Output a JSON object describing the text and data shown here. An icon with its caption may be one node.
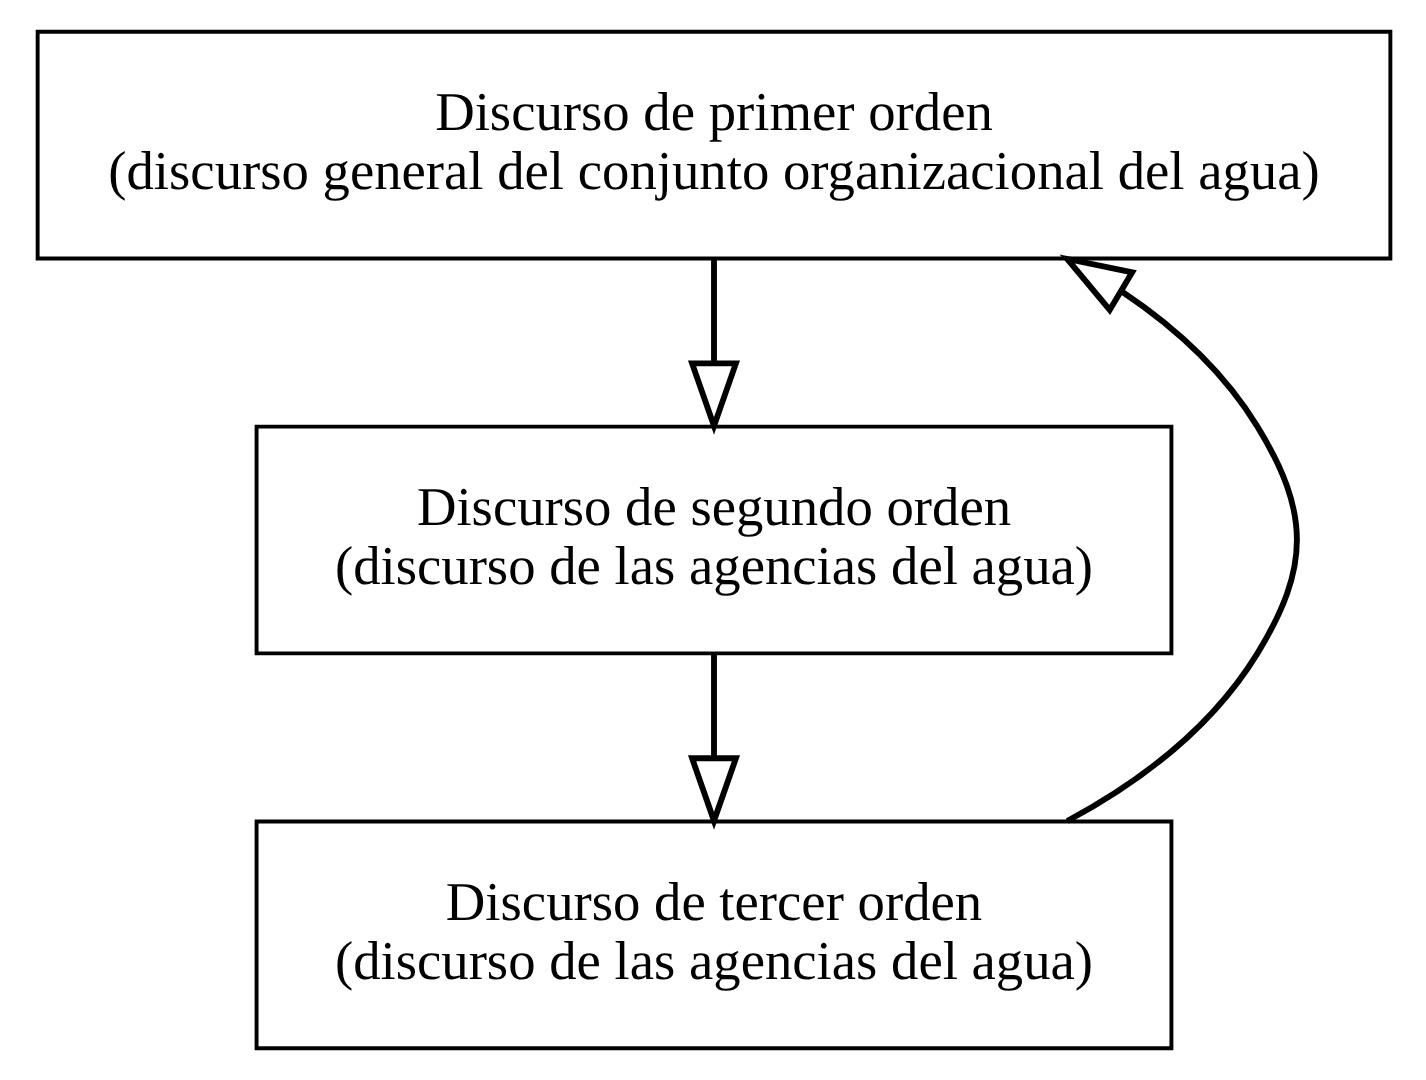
{
  "diagram": {
    "nodes": [
      {
        "text": [
          "Discurso de primer orden",
          "(discurso general del conjunto organizacional del agua)"
        ]
      },
      {
        "text": [
          "Discurso de segundo orden",
          "(discurso de las agencias del agua)"
        ]
      },
      {
        "text": [
          "Discurso de tercer orden",
          "(discurso de las agencias del agua)"
        ]
      }
    ],
    "edges": [
      {
        "from": 0,
        "to": 1,
        "arrow": "to"
      },
      {
        "from": 1,
        "to": 2,
        "arrow": "to"
      },
      {
        "from": 2,
        "to": 0,
        "arrow": "to"
      }
    ]
  }
}
